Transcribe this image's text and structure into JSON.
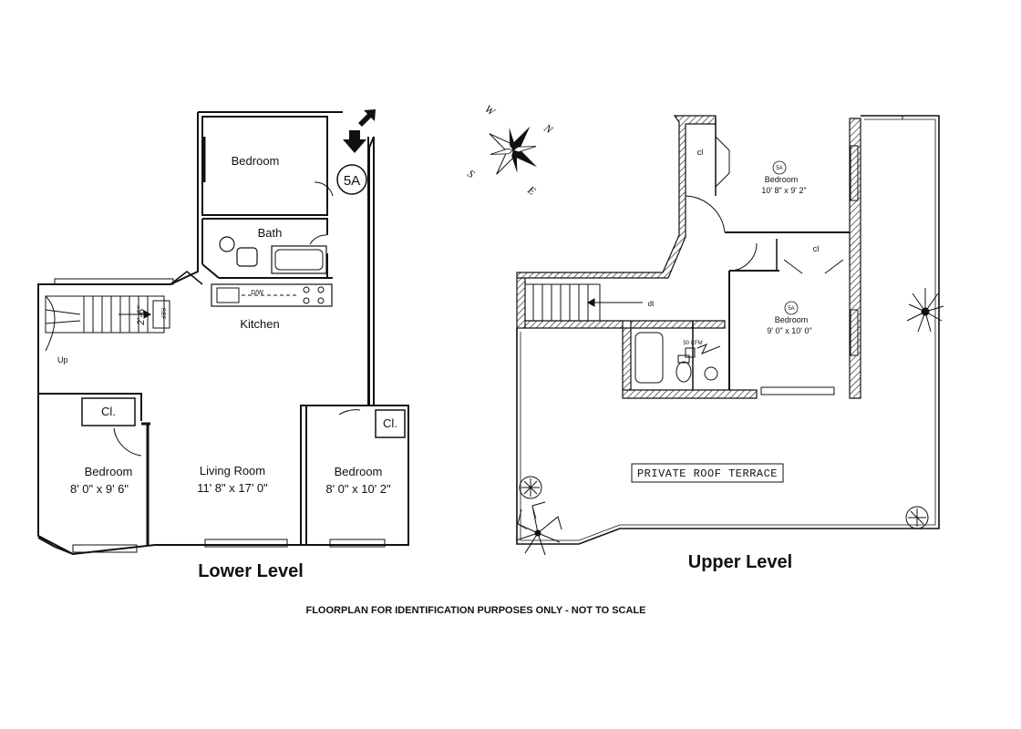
{
  "lower_level": {
    "caption": "Lower Level",
    "unit_badge": "5A",
    "rooms": {
      "bedroom_top": "Bedroom",
      "bath": "Bath",
      "kitchen": "Kitchen",
      "dw": "D/W",
      "ref": "REF",
      "stair_dim": "2'-6\"",
      "up": "Up",
      "closet_left": "Cl.",
      "closet_right": "Cl.",
      "bedroom_left": {
        "name": "Bedroom",
        "size": "8' 0\" x 9' 6\""
      },
      "living_room": {
        "name": "Living Room",
        "size": "11' 8\" x 17' 0\""
      },
      "bedroom_right": {
        "name": "Bedroom",
        "size": "8' 0\" x 10' 2\""
      }
    }
  },
  "upper_level": {
    "caption": "Upper Level",
    "rooms": {
      "bedroom_a": {
        "badge": "5A",
        "name": "Bedroom",
        "size": "10' 8\" x 9' 2\"",
        "closet": "cl"
      },
      "bedroom_b": {
        "badge": "5A",
        "name": "Bedroom",
        "size": "9' 0\" x 10' 0\"",
        "closet": "cl"
      },
      "stair_label": "dt",
      "fan": "50 CFM",
      "terrace": "PRIVATE ROOF TERRACE"
    }
  },
  "compass": {
    "w": "W",
    "n": "N",
    "s": "S",
    "e": "E"
  },
  "footer_note": "FLOORPLAN FOR IDENTIFICATION PURPOSES ONLY - NOT TO SCALE"
}
